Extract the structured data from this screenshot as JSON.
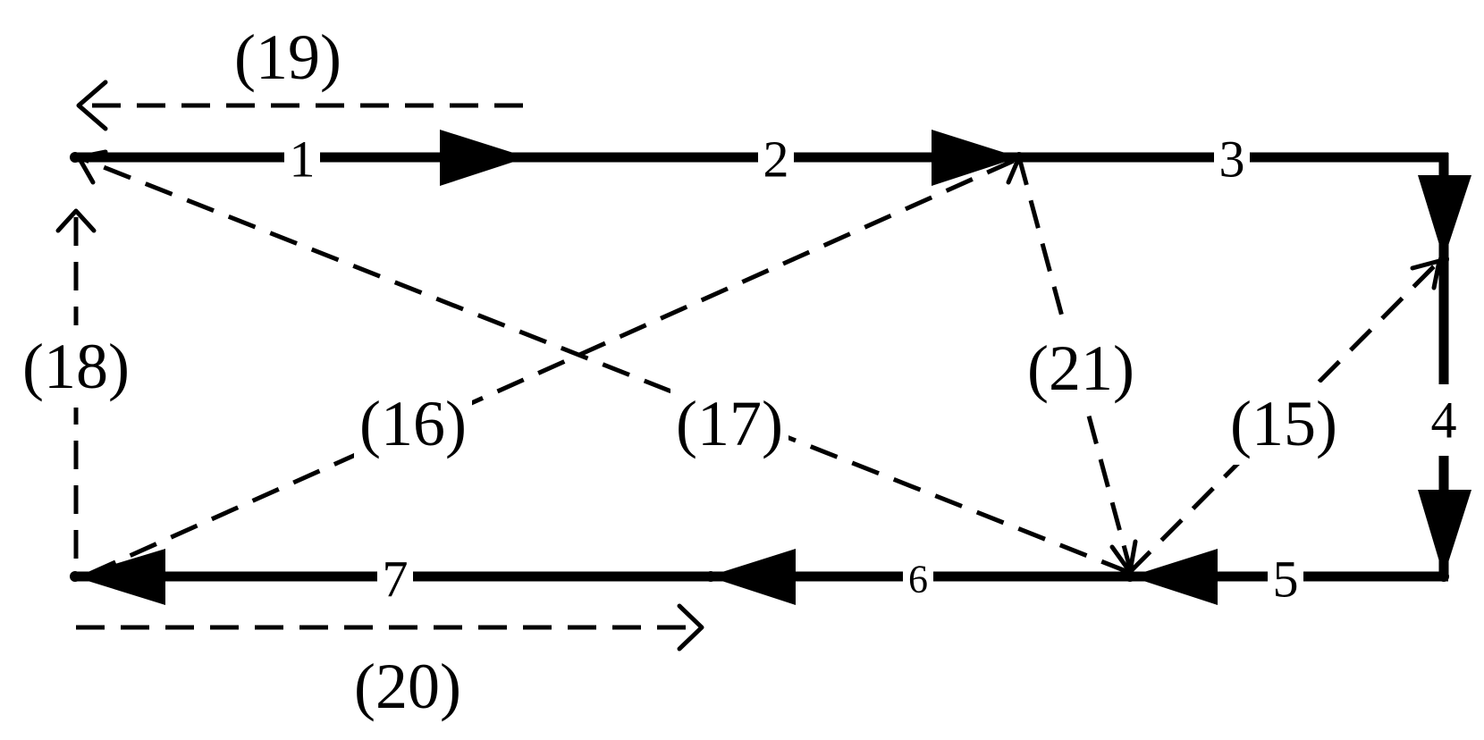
{
  "solid_edges": [
    {
      "id": "1",
      "label": "1"
    },
    {
      "id": "2",
      "label": "2"
    },
    {
      "id": "3",
      "label": "3"
    },
    {
      "id": "4",
      "label": "4"
    },
    {
      "id": "5",
      "label": "5"
    },
    {
      "id": "6",
      "label": "6"
    },
    {
      "id": "7",
      "label": "7"
    }
  ],
  "dashed_edges": [
    {
      "id": "15",
      "label": "(15)"
    },
    {
      "id": "16",
      "label": "(16)"
    },
    {
      "id": "17",
      "label": "(17)"
    },
    {
      "id": "18",
      "label": "(18)"
    },
    {
      "id": "19",
      "label": "(19)"
    },
    {
      "id": "20",
      "label": "(20)"
    },
    {
      "id": "21",
      "label": "(21)"
    }
  ]
}
